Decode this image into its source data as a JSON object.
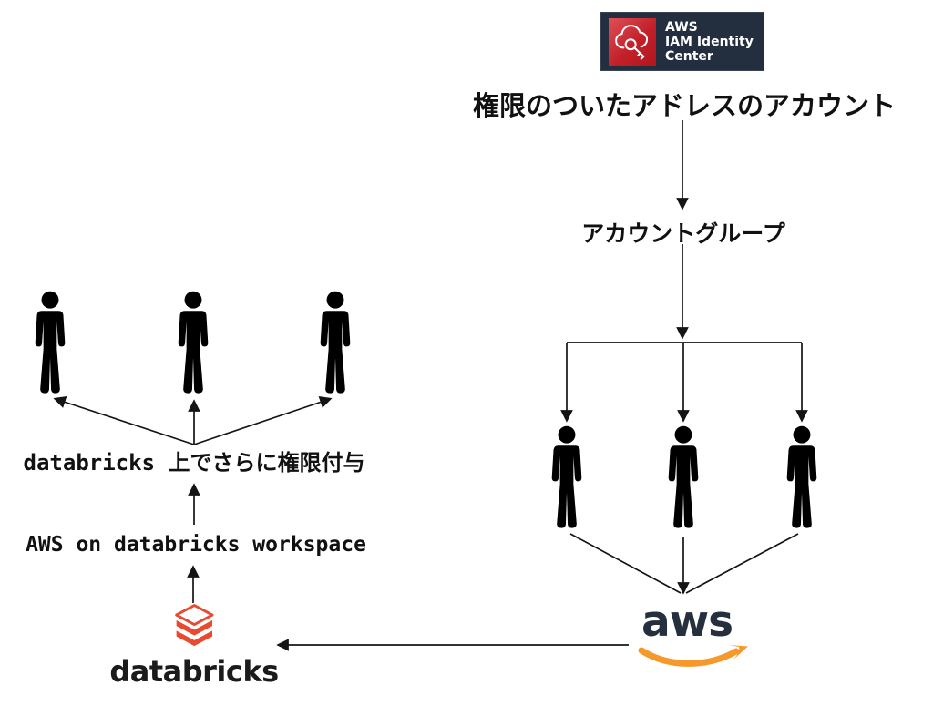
{
  "iam_box": {
    "line1": "AWS",
    "line2": "IAM Identity",
    "line3": "Center"
  },
  "labels": {
    "privileged_account": "権限のついたアドレスのアカウント",
    "account_group": "アカウントグループ",
    "databricks_grant": "databricks 上でさらに権限付与",
    "workspace": "AWS on databricks workspace"
  },
  "logos": {
    "databricks_wordmark": "databricks",
    "aws_wordmark": "aws"
  },
  "icons": {
    "iam_identity_center": "cloud-key-icon",
    "databricks_mark": "databricks-stack-icon",
    "aws_smile": "aws-smile-icon",
    "user": "person-icon"
  },
  "colors": {
    "iam_plate_bg": "#232F3E",
    "iam_icon_red": "#C22029",
    "databricks_red": "#E8492F",
    "aws_navy": "#252F3E",
    "aws_orange": "#F6992C",
    "line_black": "#141414"
  }
}
